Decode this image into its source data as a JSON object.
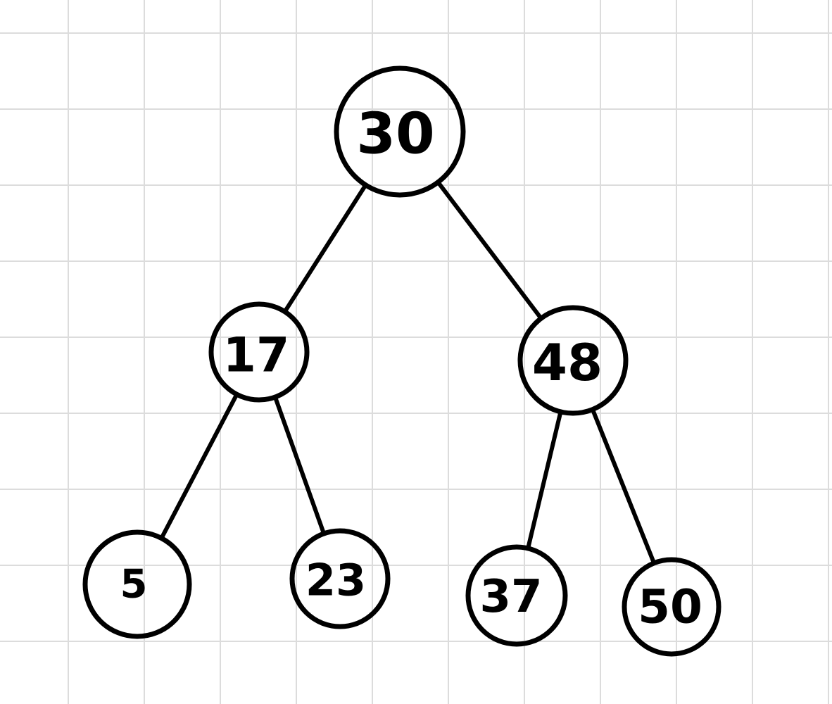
{
  "diagram": {
    "nodes": [
      {
        "id": "n30",
        "label": "30"
      },
      {
        "id": "n17",
        "label": "17"
      },
      {
        "id": "n48",
        "label": "48"
      },
      {
        "id": "n5",
        "label": "5"
      },
      {
        "id": "n23",
        "label": "23"
      },
      {
        "id": "n37",
        "label": "37"
      },
      {
        "id": "n50",
        "label": "50"
      }
    ],
    "edges": [
      {
        "from": "n30",
        "to": "n17"
      },
      {
        "from": "n30",
        "to": "n48"
      },
      {
        "from": "n17",
        "to": "n5"
      },
      {
        "from": "n17",
        "to": "n23"
      },
      {
        "from": "n48",
        "to": "n37"
      },
      {
        "from": "n48",
        "to": "n50"
      }
    ],
    "colors": {
      "stroke": "#000000",
      "grid": "#dcdcdc",
      "background": "#ffffff"
    }
  }
}
